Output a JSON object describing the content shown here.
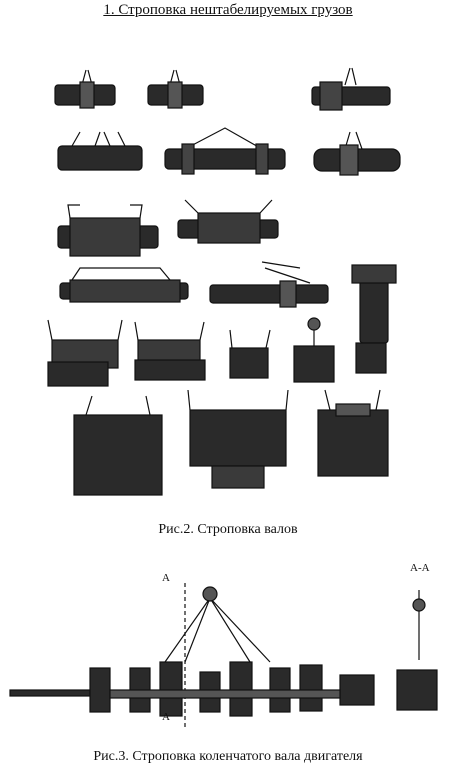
{
  "document": {
    "title": "1. Строповка нештабелируемых грузов",
    "figure2_caption": "Рис.2.  Строповка валов",
    "figure3_caption": "Рис.3.  Строповка коленчатого вала двигателя",
    "section_label_top": "А",
    "section_label_bottom": "А",
    "section_view_label": "А-А"
  },
  "figures": [
    {
      "id": "fig2",
      "subject": "shaft slinging"
    },
    {
      "id": "fig3",
      "subject": "crankshaft slinging"
    }
  ]
}
